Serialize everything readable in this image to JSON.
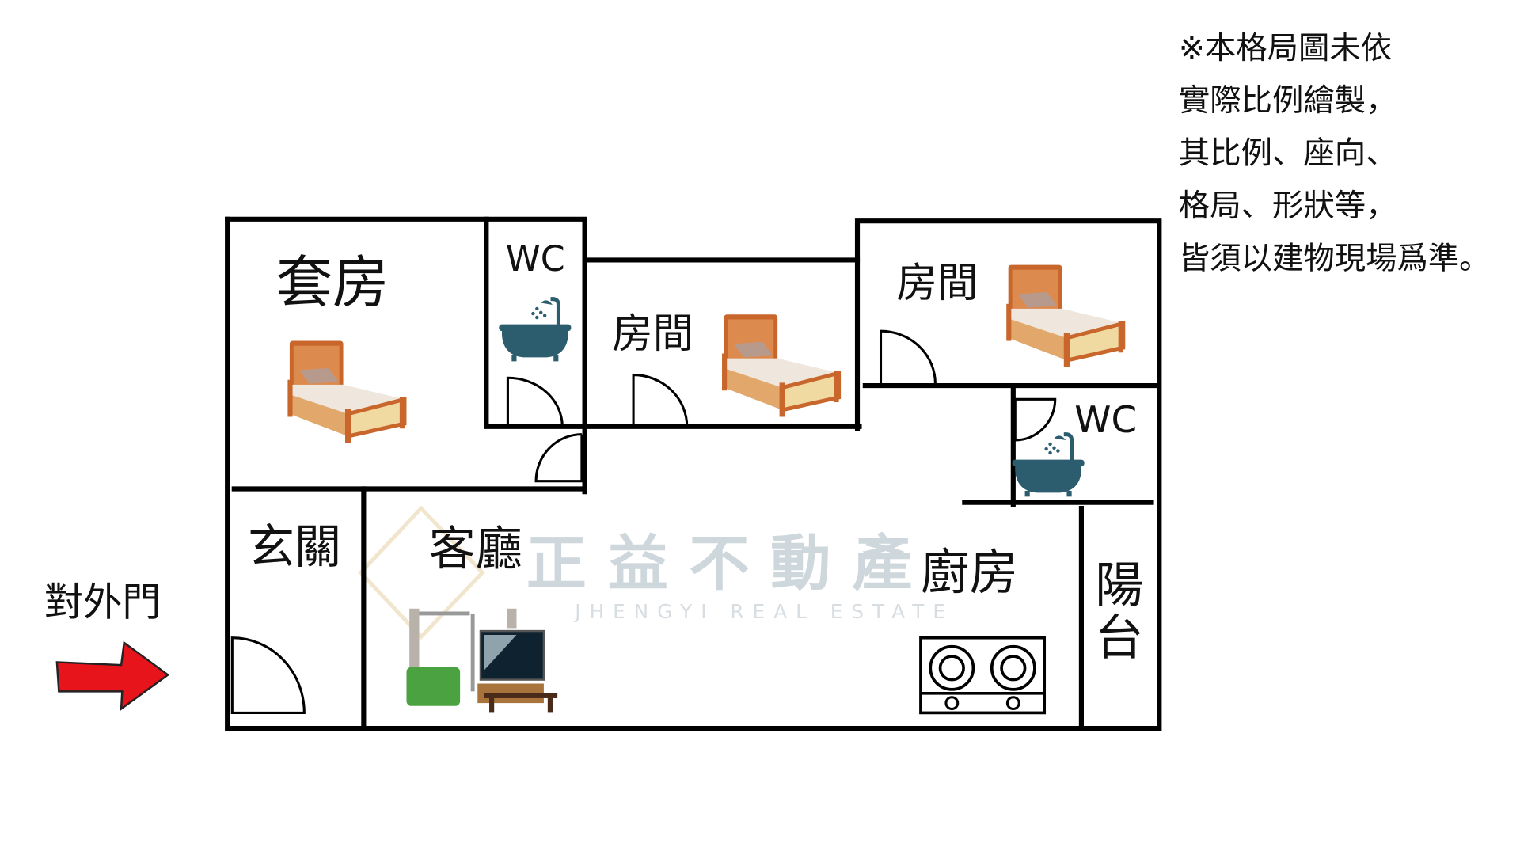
{
  "disclaimer": {
    "lines": [
      "※本格局圖未依",
      "實際比例繪製，",
      "其比例、座向、",
      "格局、形狀等，",
      "皆須以建物現場爲準。"
    ]
  },
  "rooms": {
    "suite": "套房",
    "wc_top": "WC",
    "room_middle": "房間",
    "room_right": "房間",
    "wc_right": "WC",
    "entrance": "玄關",
    "living": "客廳",
    "kitchen": "廚房",
    "balcony_top": "陽",
    "balcony_bottom": "台"
  },
  "entry_label": "對外門",
  "watermark": {
    "chinese": "正 益 不 動 產",
    "english": "JHENGYI REAL ESTATE"
  },
  "colors": {
    "arrow": "#e8141b",
    "bathtub": "#2b5d6e",
    "bed_wood": "#d9763a",
    "sofa": "#4aa340",
    "watermark": "#c9d3d8"
  }
}
